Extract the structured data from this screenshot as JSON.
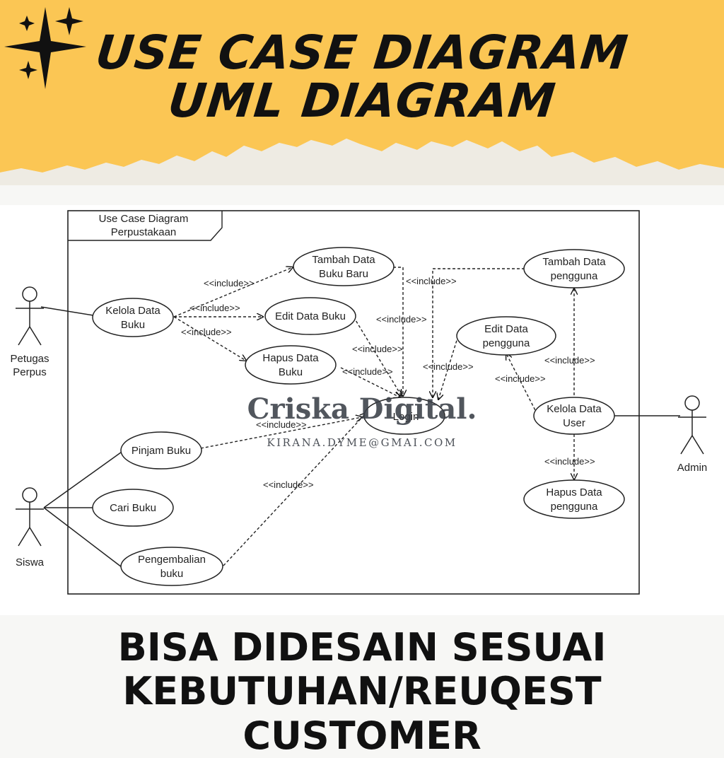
{
  "header": {
    "line1": "USE CASE DIAGRAM",
    "line2": "UML DIAGRAM"
  },
  "diagram": {
    "frame_title_line1": "Use Case Diagram",
    "frame_title_line2": "Perpustakaan",
    "actors": {
      "petugas_line1": "Petugas",
      "petugas_line2": "Perpus",
      "siswa": "Siswa",
      "admin": "Admin"
    },
    "usecases": {
      "kelola_buku_l1": "Kelola Data",
      "kelola_buku_l2": "Buku",
      "tambah_buku_l1": "Tambah Data",
      "tambah_buku_l2": "Buku Baru",
      "edit_buku": "Edit Data Buku",
      "hapus_buku_l1": "Hapus Data",
      "hapus_buku_l2": "Buku",
      "login": "Login",
      "pinjam": "Pinjam Buku",
      "cari": "Cari Buku",
      "kembali_l1": "Pengembalian",
      "kembali_l2": "buku",
      "tambah_pengguna_l1": "Tambah Data",
      "tambah_pengguna_l2": "pengguna",
      "edit_pengguna_l1": "Edit Data",
      "edit_pengguna_l2": "pengguna",
      "kelola_user_l1": "Kelola Data",
      "kelola_user_l2": "User",
      "hapus_pengguna_l1": "Hapus Data",
      "hapus_pengguna_l2": "pengguna"
    },
    "include_label": "<<include>>"
  },
  "watermark": {
    "brand": "Criska Digital.",
    "email": "KIRANA.DYME@GMAI.COM"
  },
  "footer": {
    "line1": "BISA DIDESAIN SESUAI",
    "line2": "KEBUTUHAN/REUQEST CUSTOMER"
  },
  "colors": {
    "banner": "#fbc654",
    "ink": "#111111"
  }
}
